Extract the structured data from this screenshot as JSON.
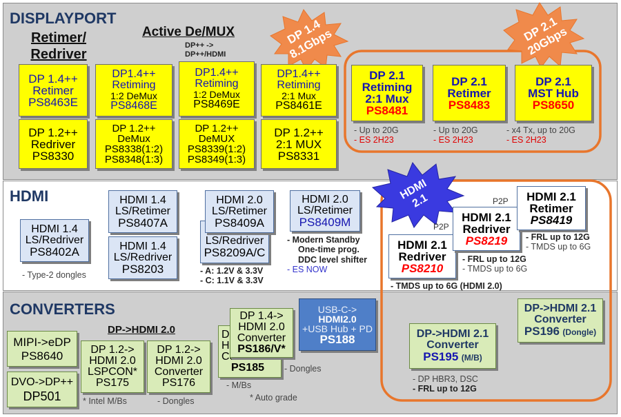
{
  "sections": {
    "displayport": "DISPLAYPORT",
    "hdmi": "HDMI",
    "converters": "CONVERTERS"
  },
  "dp": {
    "sub_retimer": "Retimer/",
    "sub_redriver": "Redriver",
    "sub_demux": "Active De/MUX",
    "demux_note_1": "DP++ ->",
    "demux_note_2": "DP++/HDMI",
    "burst14_l1": "DP 1.4",
    "burst14_l2": "8.1Gbps",
    "burst21_l1": "DP 2.1",
    "burst21_l2": "20Gbps",
    "boxes": {
      "ps8463e": [
        "DP 1.4++",
        "Retimer",
        "PS8463E"
      ],
      "ps8468e": [
        "DP1.4++",
        "Retiming",
        "1:2 DeMux",
        "PS8468E"
      ],
      "ps8469e": [
        "DP1.4++",
        "Retiming",
        "1:2 DeMux",
        "PS8469E"
      ],
      "ps8461e": [
        "DP1.4++",
        "Retiming",
        "2:1 Mux",
        "PS8461E"
      ],
      "ps8330": [
        "DP 1.2++",
        "Redriver",
        "PS8330"
      ],
      "ps8338": [
        "DP 1.2++",
        "DeMux",
        "PS8338(1:2)",
        "PS8348(1:3)"
      ],
      "ps8339": [
        "DP 1.2++",
        "DeMUX",
        "PS8339(1:2)",
        "PS8349(1:3)"
      ],
      "ps8331": [
        "DP 1.2++",
        "2:1 MUX",
        "PS8331"
      ],
      "ps8481": [
        "DP 2.1",
        "Retiming",
        "2:1 Mux",
        "PS8481"
      ],
      "ps8483": [
        "DP 2.1",
        "Retimer",
        "PS8483"
      ],
      "ps8650": [
        "DP 2.1",
        "MST Hub",
        "PS8650"
      ]
    },
    "notes": {
      "ps8481": [
        "- Up to 20G",
        "-  ES 2H23"
      ],
      "ps8483": [
        "- Up to 20G",
        "- ES 2H23"
      ],
      "ps8650": [
        "- x4 Tx, up to 20G",
        "- ES 2H23"
      ]
    }
  },
  "hdmi": {
    "burst_l1": "HDMI",
    "burst_l2": "2.1",
    "boxes": {
      "ps8402a": [
        "HDMI 1.4",
        "LS/Redriver",
        "PS8402A"
      ],
      "ps8407a": [
        "HDMI 1.4",
        "LS/Retimer",
        "PS8407A"
      ],
      "ps8203": [
        "HDMI 1.4",
        "LS/Redriver",
        "PS8203"
      ],
      "ps8409a": [
        "HDMI 2.0",
        "LS/Retimer",
        "PS8409A"
      ],
      "ps8209a": [
        "LS/Redriver",
        "PS8209A/C"
      ],
      "ps8409m": [
        "HDMI 2.0",
        "LS/Retimer",
        "PS8409M"
      ],
      "ps8210": [
        "HDMI 2.1",
        "Redriver",
        "PS8210"
      ],
      "ps8219": [
        "HDMI 2.1",
        "Redriver",
        "PS8219"
      ],
      "ps8419": [
        "HDMI 2.1",
        "Retimer",
        "PS8419"
      ]
    },
    "p2p_1": "P2P",
    "p2p_2": "P2P",
    "notes": {
      "ps8402a": "- Type-2 dongles",
      "ps8209a": [
        "- A: 1.2V & 3.3V",
        "- C: 1.1V & 3.3V"
      ],
      "ps8409m": [
        "- Modern Standby",
        "One-time prog.",
        "DDC level shifter",
        "- ES NOW"
      ],
      "ps8210": "- TMDS up to 6G (HDMI 2.0)",
      "ps8219": [
        "- FRL up to 12G",
        "- TMDS up to 6G"
      ],
      "ps8419": [
        "- FRL up to 12G",
        "- TMDS up to 6G"
      ]
    }
  },
  "conv": {
    "sub_dp_hdmi": "DP->HDMI 2.0",
    "boxes": {
      "ps8640": [
        "MIPI->eDP",
        "PS8640"
      ],
      "dp501": [
        "DVO->DP++",
        "DP501"
      ],
      "ps175": [
        "DP 1.2->",
        "HDMI 2.0",
        "LSPCON*",
        "PS175"
      ],
      "ps176": [
        "DP 1.2->",
        "HDMI 2.0",
        "Converter",
        "PS176"
      ],
      "ps185_back": [
        "DP",
        "H",
        "Converter",
        "PS185"
      ],
      "ps186": [
        "DP 1.4->",
        "HDMI 2.0",
        "Converter",
        "PS186/V*"
      ],
      "ps188": [
        "USB-C->",
        "HDMI2.0",
        "+USB Hub + PD",
        "PS188"
      ],
      "ps195": [
        "DP->HDMI 2.1",
        "Converter",
        "PS195",
        "(M/B)"
      ],
      "ps196": [
        "DP->HDMI 2.1",
        "Converter",
        "PS196",
        "(Dongle)"
      ]
    },
    "notes": {
      "ps175": "* Intel M/Bs",
      "ps176": "- Dongles",
      "ps185": "- M/Bs",
      "ps186": "- Dongles",
      "auto": "* Auto grade",
      "ps195": [
        "- DP HBR3, DSC",
        "- FRL up to 12G"
      ]
    }
  },
  "colors": {
    "yellow": "#ffff00",
    "navy": "#1515b0",
    "red": "#ff0000",
    "orange": "#e8762c",
    "band_gray": "#cfcfcf"
  }
}
